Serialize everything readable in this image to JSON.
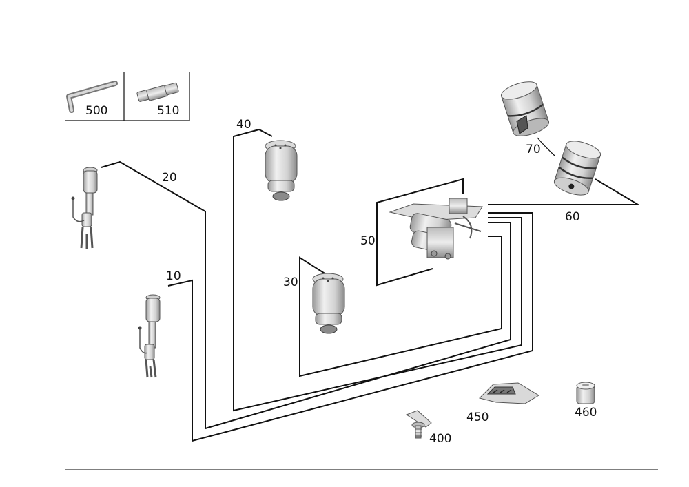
{
  "labels": {
    "p500": "500",
    "p510": "510",
    "p40": "40",
    "p20": "20",
    "p70": "70",
    "p60": "60",
    "p50": "50",
    "p10": "10",
    "p30": "30",
    "p450": "450",
    "p460": "460",
    "p400": "400"
  },
  "colors": {
    "line": "#111111",
    "part_light": "#e6e6e6",
    "part_mid": "#bdbdbd",
    "part_dark": "#7a7a7a"
  }
}
